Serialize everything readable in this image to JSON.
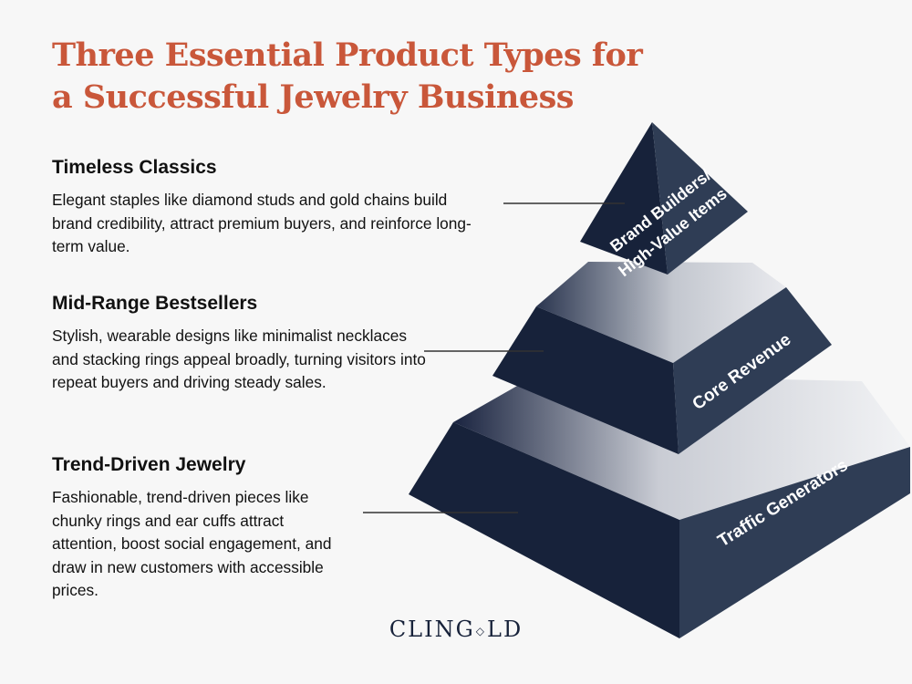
{
  "title": "Three Essential Product Types for a Successful Jewelry Business",
  "sections": [
    {
      "heading": "Timeless Classics",
      "body": "Elegant staples like diamond studs and gold chains build brand credibility, attract premium buyers, and reinforce long-term value."
    },
    {
      "heading": "Mid-Range Bestsellers",
      "body": "Stylish, wearable designs like minimalist necklaces and stacking rings appeal broadly, turning visitors into repeat buyers and driving steady sales."
    },
    {
      "heading": "Trend-Driven Jewelry",
      "body": "Fashionable, trend-driven pieces like chunky rings and ear cuffs attract attention, boost social engagement, and draw in new customers with accessible prices."
    }
  ],
  "pyramid": {
    "top_label_line1": "Brand Builders/",
    "top_label_line2": "High-Value Items",
    "middle_label": "Core Revenue",
    "bottom_label": "Traffic Generators"
  },
  "logo": {
    "text_before": "CLING",
    "text_after": "LD",
    "symbol": "diamond-icon"
  },
  "colors": {
    "title": "#c9573a",
    "text": "#111111",
    "navy_dark": "#17223a",
    "navy_side": "#2f3d55",
    "line": "#333333",
    "background": "#f7f7f7"
  }
}
